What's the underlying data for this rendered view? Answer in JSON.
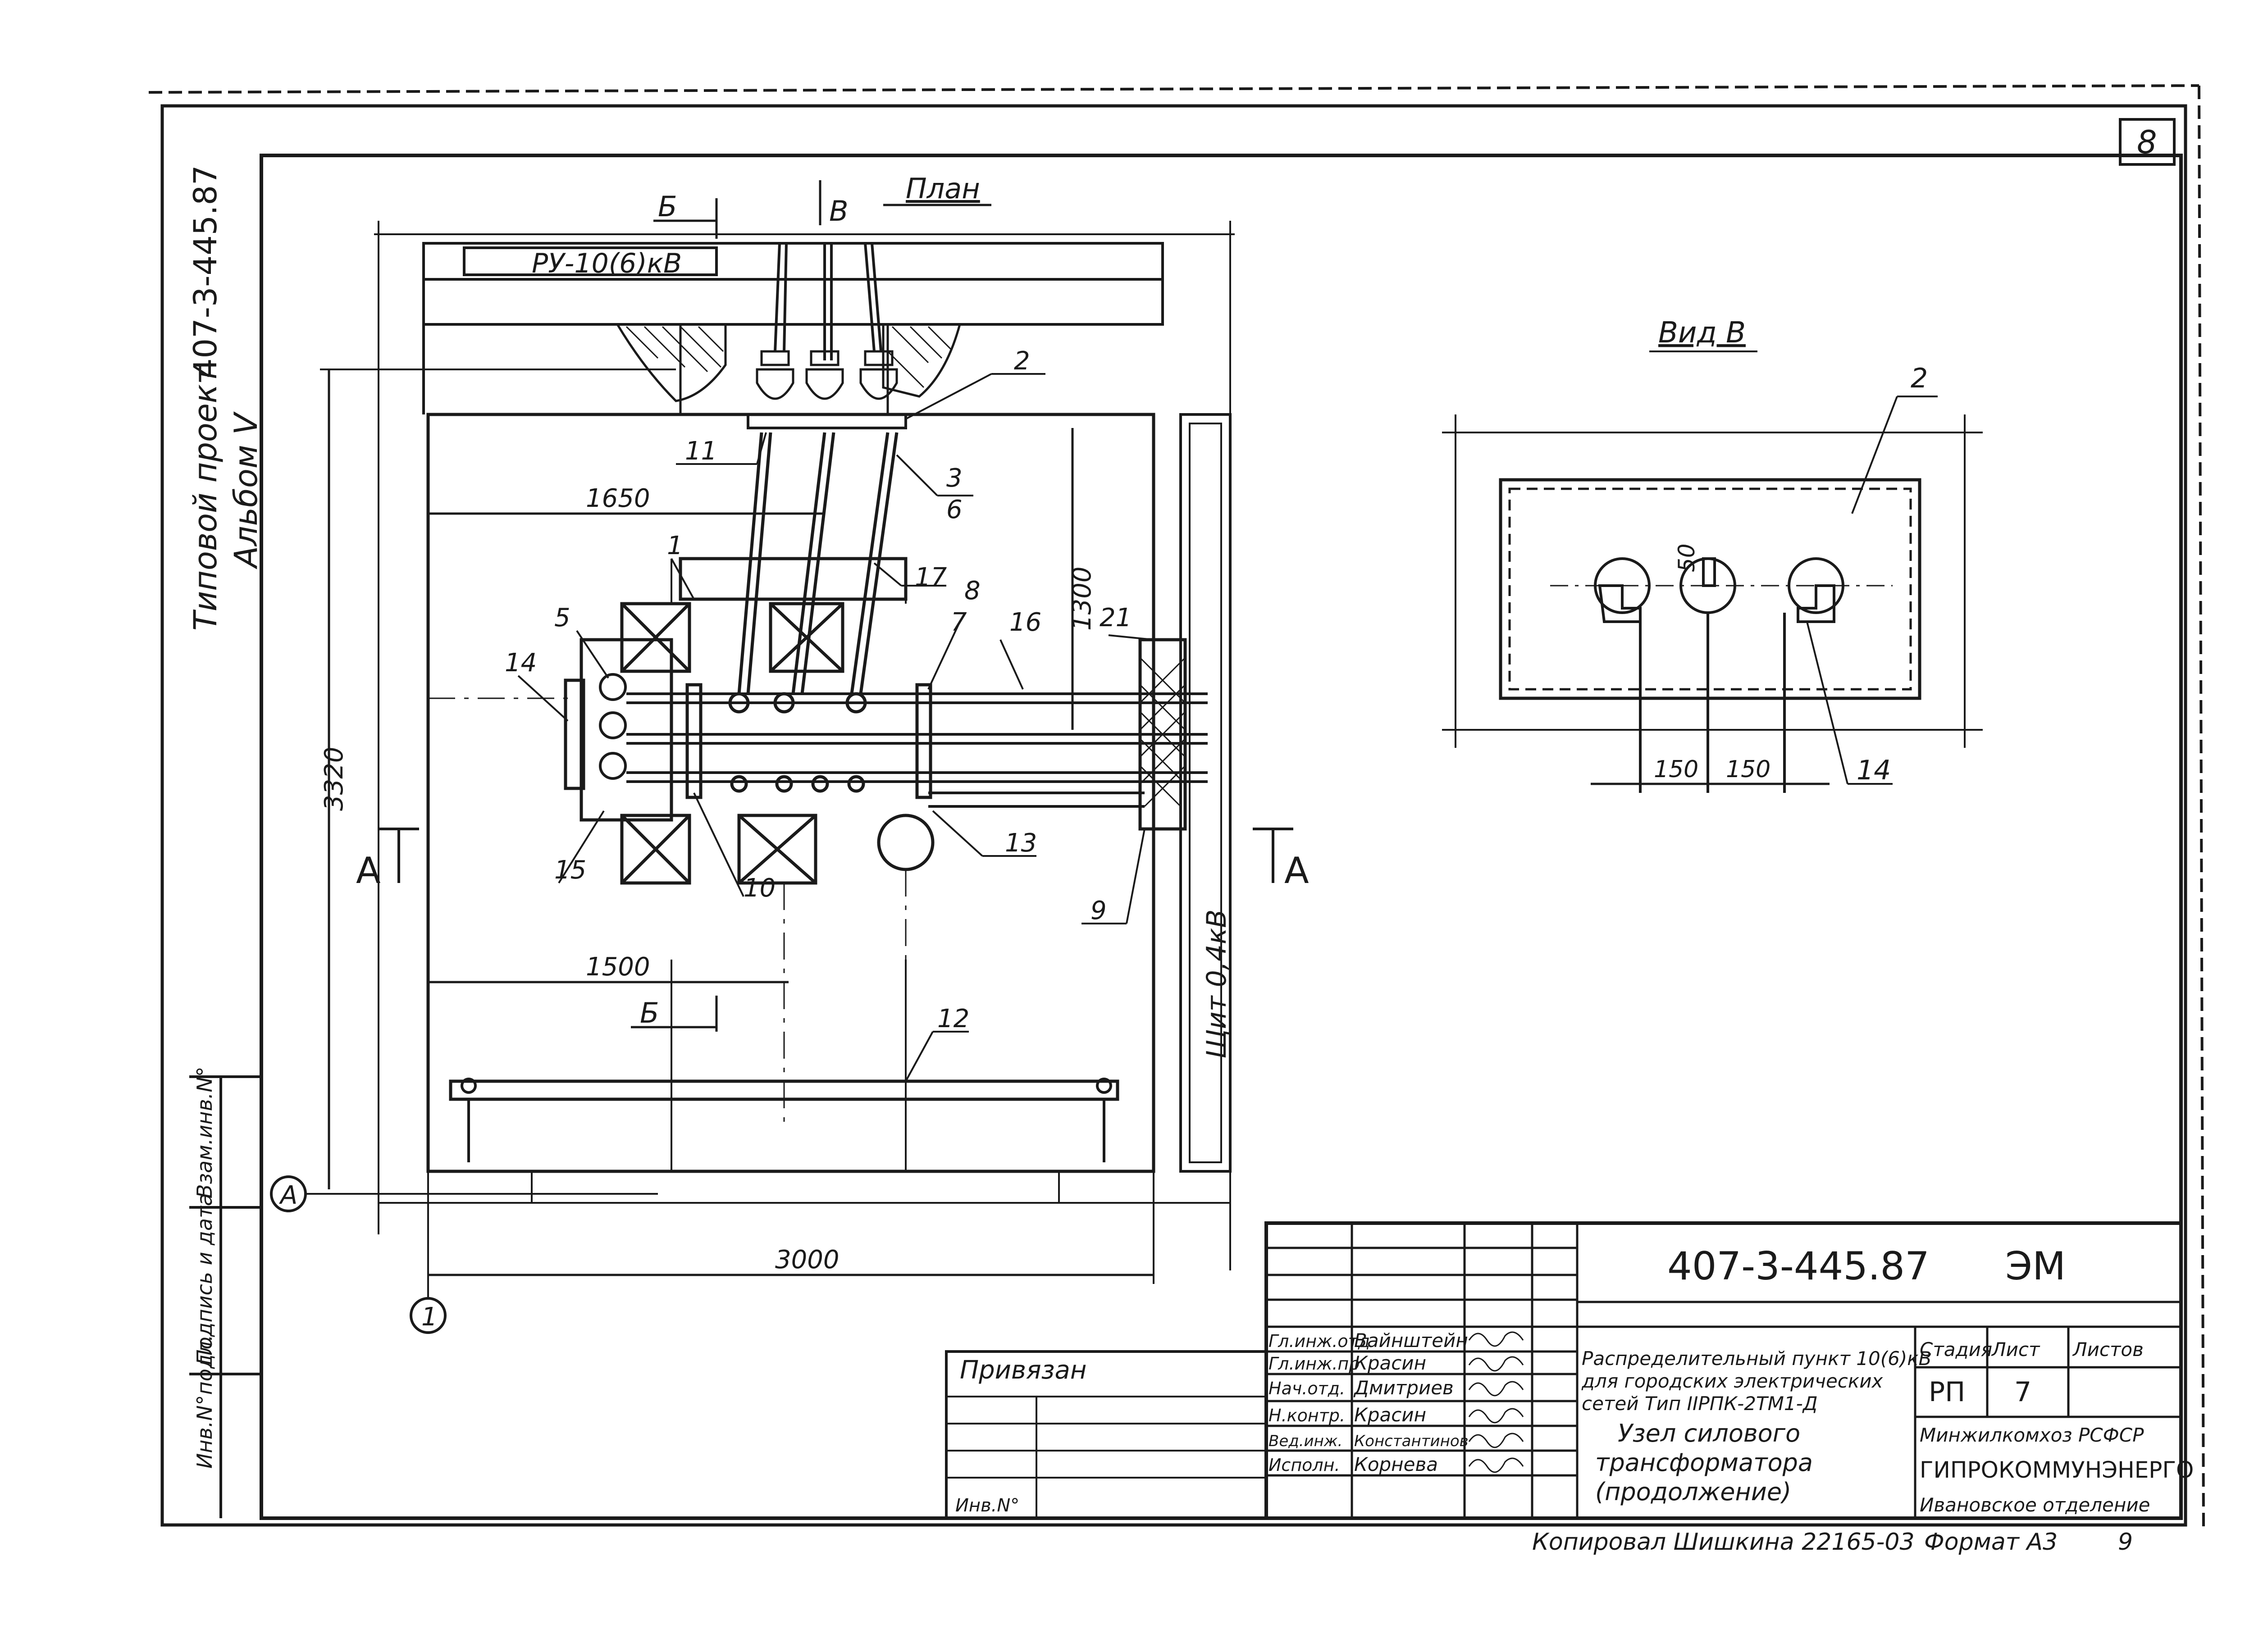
{
  "sheet": {
    "sheet_number": "8",
    "project_side": "Типовой проект",
    "project_code_side": "407-3-445.87",
    "album": "Альбом V"
  },
  "plan": {
    "title": "План",
    "ru_label": "РУ-10(6)кВ",
    "section_b": "Б",
    "section_v": "В",
    "section_a": "А",
    "shield_label": "Щит 0,4кВ",
    "axis_a": "А",
    "axis_1": "1",
    "dims": {
      "d1650": "1650",
      "d1300": "1300",
      "d3320": "3320",
      "d1500": "1500",
      "d3000": "3000"
    },
    "callouts": [
      "1",
      "2",
      "3",
      "6",
      "5",
      "7",
      "8",
      "9",
      "10",
      "11",
      "12",
      "13",
      "14",
      "15",
      "16",
      "17",
      "21"
    ]
  },
  "view_v": {
    "title": "Вид В",
    "callout_2": "2",
    "callout_14": "14",
    "dim_50": "50",
    "dim_150a": "150",
    "dim_150b": "150"
  },
  "stamp": {
    "code": "407-3-445.87",
    "mark": "ЭМ",
    "bound": "Привязан",
    "inv": "Инв.N°",
    "rows": [
      {
        "role": "Гл.инж.отд",
        "name": "Вайнштейн"
      },
      {
        "role": "Гл.инж.пр",
        "name": "Красин"
      },
      {
        "role": "Нач.отд.",
        "name": "Дмитриев"
      },
      {
        "role": "Н.контр.",
        "name": "Красин"
      },
      {
        "role": "Вед.инж.",
        "name": "Константинов"
      },
      {
        "role": "Исполн.",
        "name": "Корнева"
      }
    ],
    "description_1": "Распределительный пункт 10(6)кВ",
    "description_2": "для городских электрических",
    "description_3": "сетей    Тип IIРПК-2ТМ1-Д",
    "node_1": "Узел силового",
    "node_2": "трансформатора",
    "node_3": "(продолжение)",
    "stage_hdr": "Стадия",
    "sheet_hdr": "Лист",
    "sheets_hdr": "Листов",
    "stage": "РП",
    "sheet": "7",
    "org_1": "Минжилкомхоз РСФСР",
    "org_2": "ГИПРОКОММУНЭНЕРГО",
    "org_3": "Ивановское отделение",
    "format": "Формат А3",
    "format_num": "9",
    "copied": "Копировал  Шишкина 22165-03"
  },
  "side_stamp": {
    "inv_orig": "Инв.N°подл.",
    "sign_date": "Подпись и дата",
    "replace": "Взам.инв.N°"
  }
}
